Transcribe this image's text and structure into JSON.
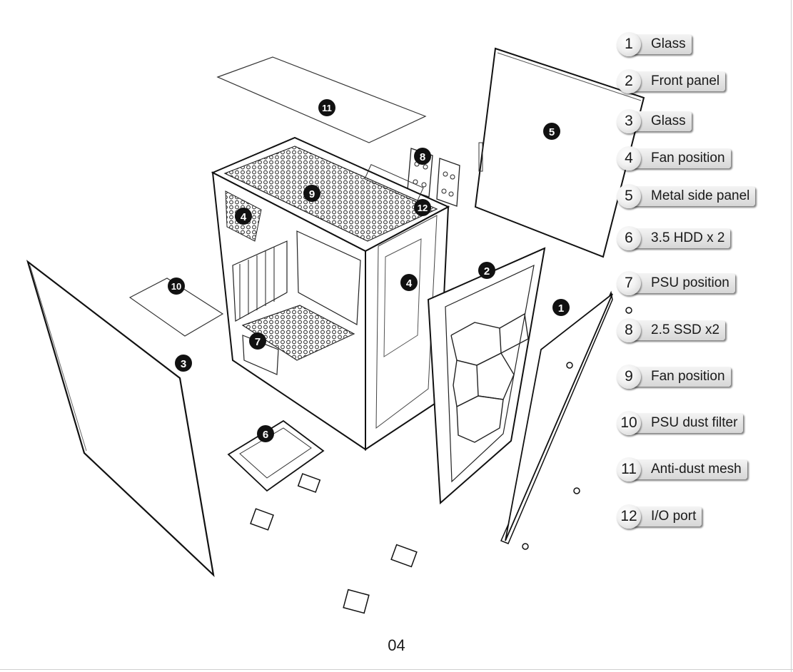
{
  "legend": {
    "items": [
      {
        "number": "1",
        "label": "Glass"
      },
      {
        "number": "2",
        "label": "Front panel"
      },
      {
        "number": "3",
        "label": "Glass"
      },
      {
        "number": "4",
        "label": "Fan position"
      },
      {
        "number": "5",
        "label": "Metal side panel"
      },
      {
        "number": "6",
        "label": "3.5 HDD x 2"
      },
      {
        "number": "7",
        "label": "PSU position"
      },
      {
        "number": "8",
        "label": "2.5 SSD x2"
      },
      {
        "number": "9",
        "label": "Fan position"
      },
      {
        "number": "10",
        "label": "PSU dust filter"
      },
      {
        "number": "11",
        "label": "Anti-dust mesh"
      },
      {
        "number": "12",
        "label": "I/O port"
      }
    ]
  },
  "callouts": {
    "glass_front": "1",
    "front_panel": "2",
    "glass_left": "3",
    "fan_rear": "4",
    "fan_front": "4",
    "metal_side_panel": "5",
    "hdd_cage": "6",
    "psu_position": "7",
    "ssd_brackets": "8",
    "fan_top": "9",
    "psu_dust_filter": "10",
    "anti_dust_mesh": "11",
    "io_port": "12"
  },
  "page_number": "04"
}
